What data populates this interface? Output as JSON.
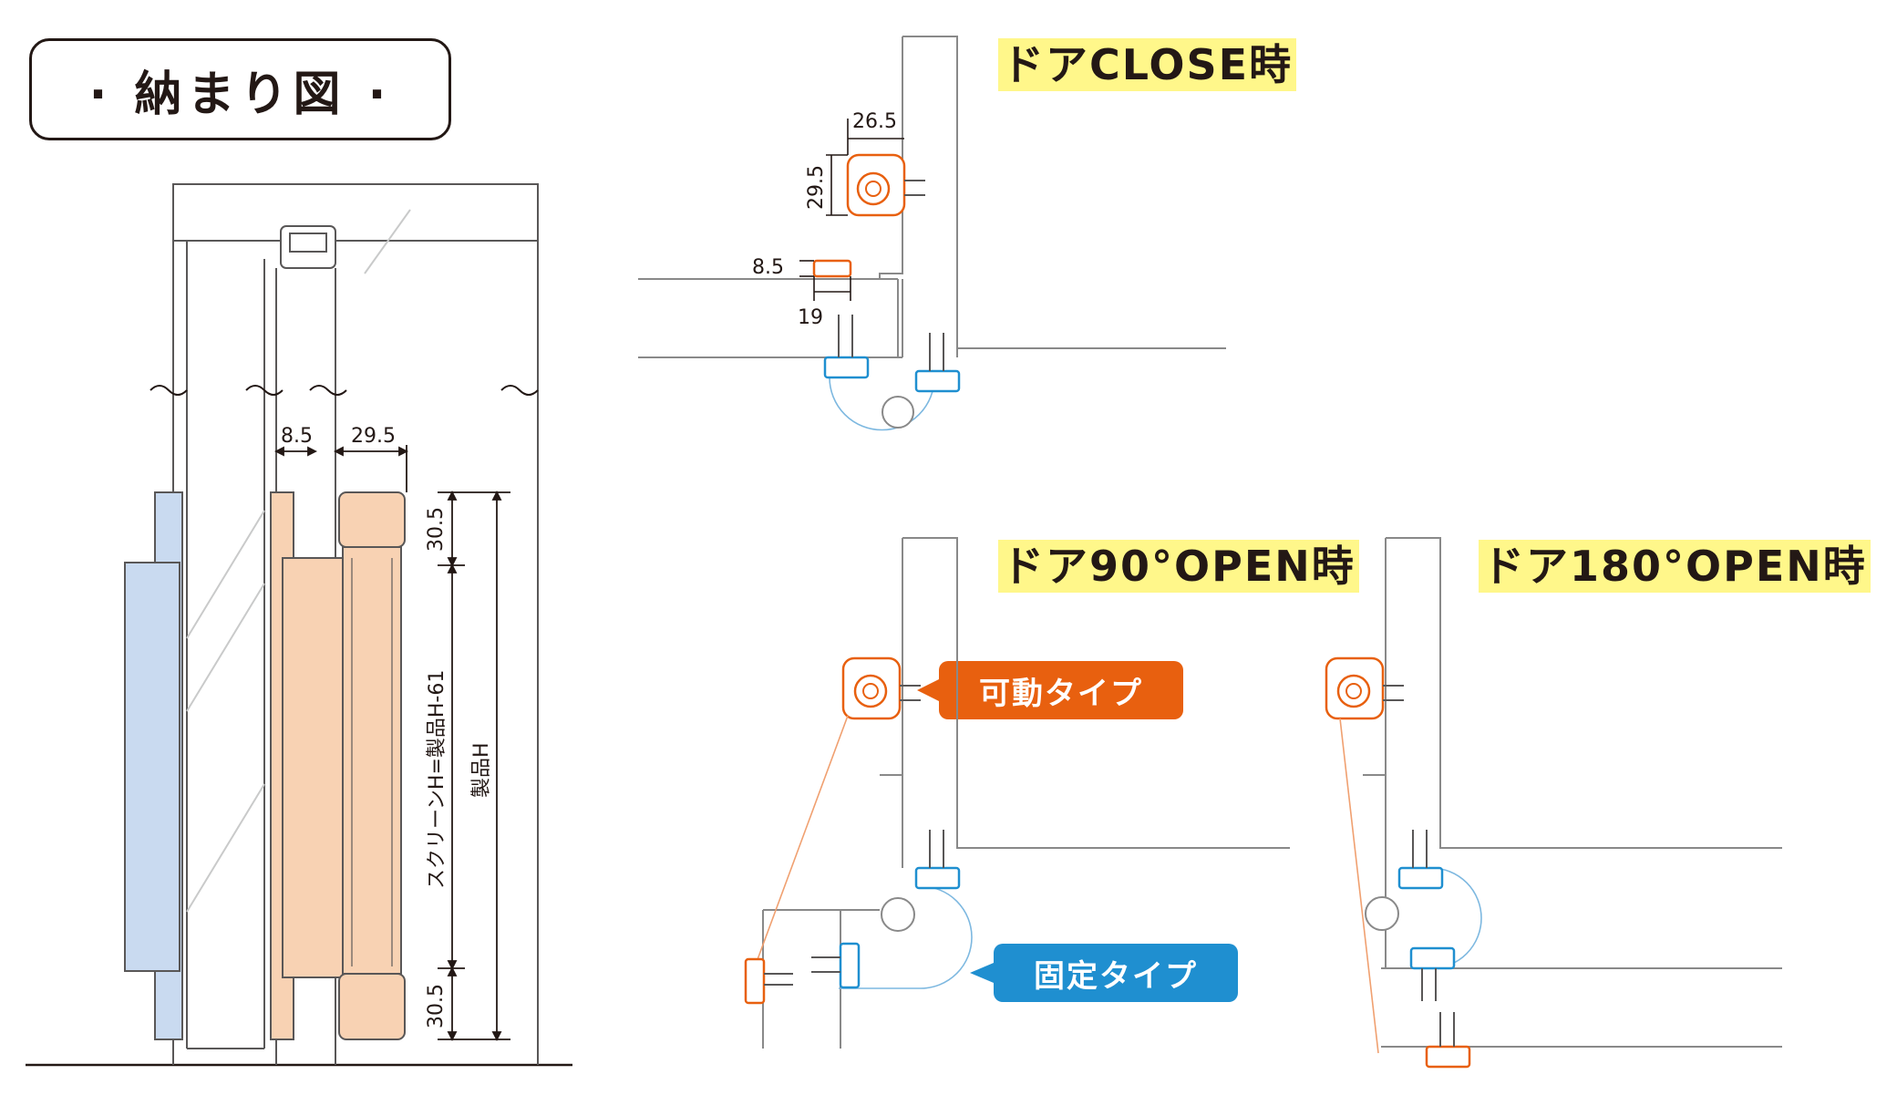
{
  "title": "· 納まり図 ·",
  "states": {
    "close": "ドアCLOSE時",
    "open90": "ドア90°OPEN時",
    "open180": "ドア180°OPEN時"
  },
  "callouts": {
    "movable": "可動タイプ",
    "fixed": "固定タイプ"
  },
  "dimensions": {
    "main_gap": "8.5",
    "main_width": "29.5",
    "top_margin": "30.5",
    "bottom_margin": "30.5",
    "screen_height": "スクリーンH=製品H-61",
    "product_height": "製品H",
    "close_depth": "26.5",
    "close_height": "29.5",
    "close_small": "8.5",
    "close_width": "19"
  },
  "colors": {
    "movable_accent": "#e8600f",
    "fixed_accent": "#1f8fd0",
    "highlight": "#fff78a",
    "screen_fill": "#f8d2b3",
    "blind_fill": "#c9daf0"
  }
}
